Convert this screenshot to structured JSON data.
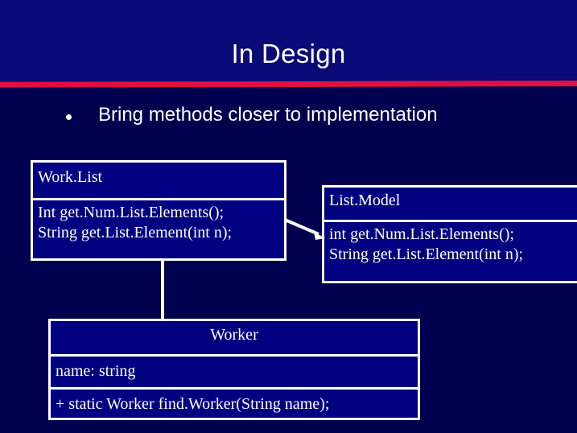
{
  "slide": {
    "title": "In Design",
    "accent_rule_color": "#e01040",
    "title_band_color": "#0a0a78",
    "background_color": "#00004f",
    "box_fill_color": "#000080",
    "box_border_color": "#ffffff",
    "text_color": "#ffffff"
  },
  "bullets": [
    {
      "marker": "bullet-dot",
      "text": "Bring methods closer to implementation"
    }
  ],
  "diagram": {
    "type": "uml-class-diagram",
    "classes": [
      {
        "id": "worklist",
        "name": "Work.List",
        "operations": [
          "Int get.Num.List.Elements();",
          "String get.List.Element(int n);"
        ]
      },
      {
        "id": "listmodel",
        "name": "List.Model",
        "operations": [
          "int get.Num.List.Elements();",
          "String get.List.Element(int n);"
        ]
      },
      {
        "id": "worker",
        "name": "Worker",
        "attributes": [
          "name: string"
        ],
        "operations": [
          "+ static Worker find.Worker(String name);"
        ]
      }
    ],
    "connectors": [
      {
        "id": "worklist-to-listmodel",
        "kind": "arrow",
        "from": "worklist",
        "to": "listmodel"
      },
      {
        "id": "worklist-to-worker",
        "kind": "line",
        "from": "worklist",
        "to": "worker"
      }
    ]
  }
}
